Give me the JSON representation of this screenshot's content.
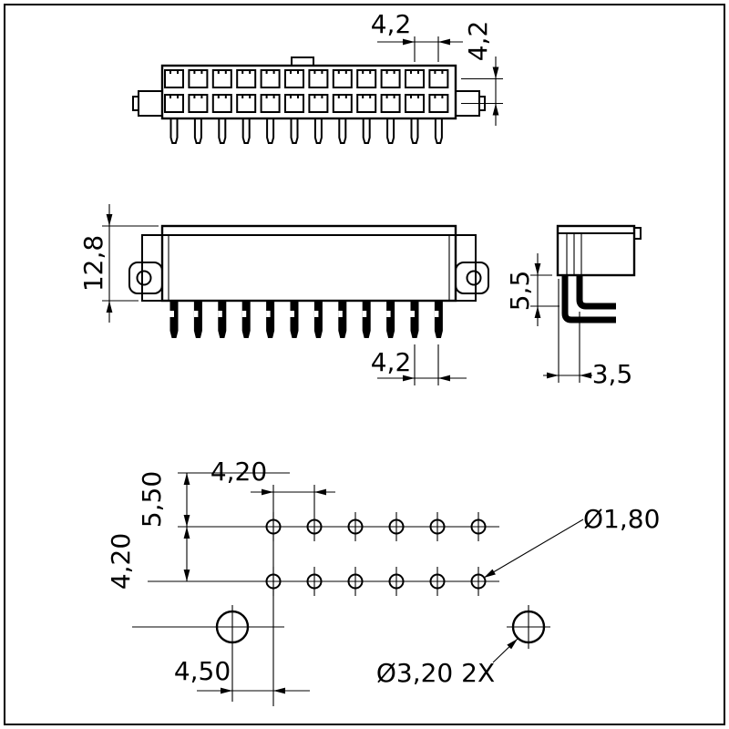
{
  "views": {
    "top": {
      "pitch_label": "4,2",
      "row_spacing_label": "4,2"
    },
    "front": {
      "height_label": "12,8",
      "pitch_label": "4,2"
    },
    "side": {
      "standoff_label": "5,5",
      "offset_label": "3,5"
    },
    "footprint": {
      "edge_offset_label": "5,50",
      "col_pitch_label": "4,20",
      "row_pitch_label": "4,20",
      "pin_hole_label": "Ø1,80",
      "mount_offset_label": "4,50",
      "mount_hole_label": "Ø3,20 2X"
    }
  },
  "colors": {
    "line": "#000000",
    "background": "#ffffff"
  }
}
